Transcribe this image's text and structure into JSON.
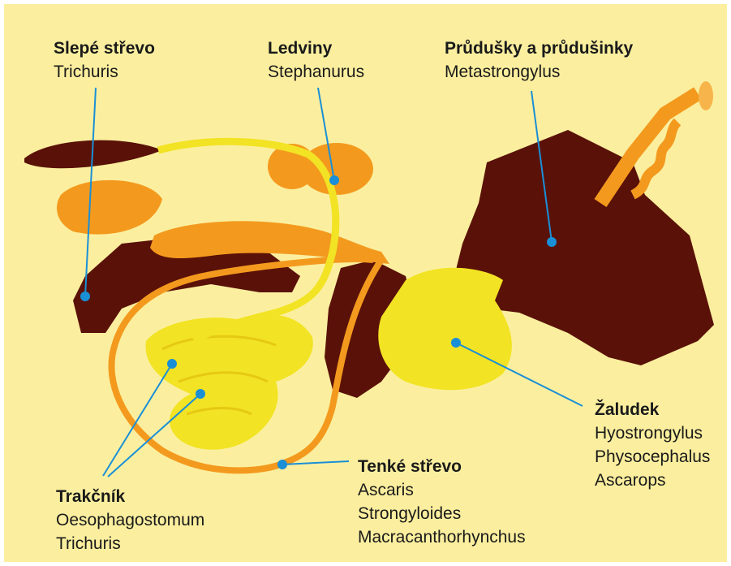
{
  "labels": {
    "cecum": {
      "title": "Slepé střevo",
      "items": [
        "Trichuris"
      ]
    },
    "kidneys": {
      "title": "Ledviny",
      "items": [
        "Stephanurus"
      ]
    },
    "bronchi": {
      "title": "Průdušky a průdušinky",
      "items": [
        "Metastrongylus"
      ]
    },
    "stomach": {
      "title": "Žaludek",
      "items": [
        "Hyostrongylus",
        "Physocephalus",
        "Ascarops"
      ]
    },
    "small_intestine": {
      "title": "Tenké střevo",
      "items": [
        "Ascaris",
        "Strongyloides",
        "Macracanthorhynchus"
      ]
    },
    "colon": {
      "title": "Trakčník",
      "items": [
        "Oesophagostomum",
        "Trichuris"
      ]
    }
  },
  "colors": {
    "background": "#fbef9f",
    "liver": "#5a1108",
    "orange_organ": "#f39a1e",
    "yellow_organ": "#f2e324",
    "pointer_line": "#1a8fd6",
    "pointer_dot": "#1a8fd6"
  }
}
